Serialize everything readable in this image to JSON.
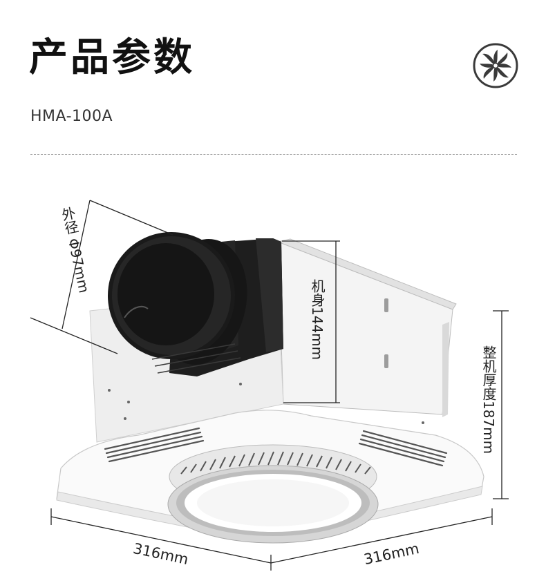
{
  "header": {
    "title": "产品参数",
    "model": "HMA-100A"
  },
  "logo": {
    "icon": "fan-blade-icon",
    "color": "#3a3a3a"
  },
  "dimensions": {
    "outer_diameter": "外径 Φ97mm",
    "body_height": "机身144mm",
    "total_thickness": "整机厚度187mm",
    "width_left": "316mm",
    "width_right": "316mm"
  },
  "colors": {
    "duct": "#111111",
    "housing": "#f2f2f2",
    "panel": "#ffffff",
    "line": "#222222"
  }
}
